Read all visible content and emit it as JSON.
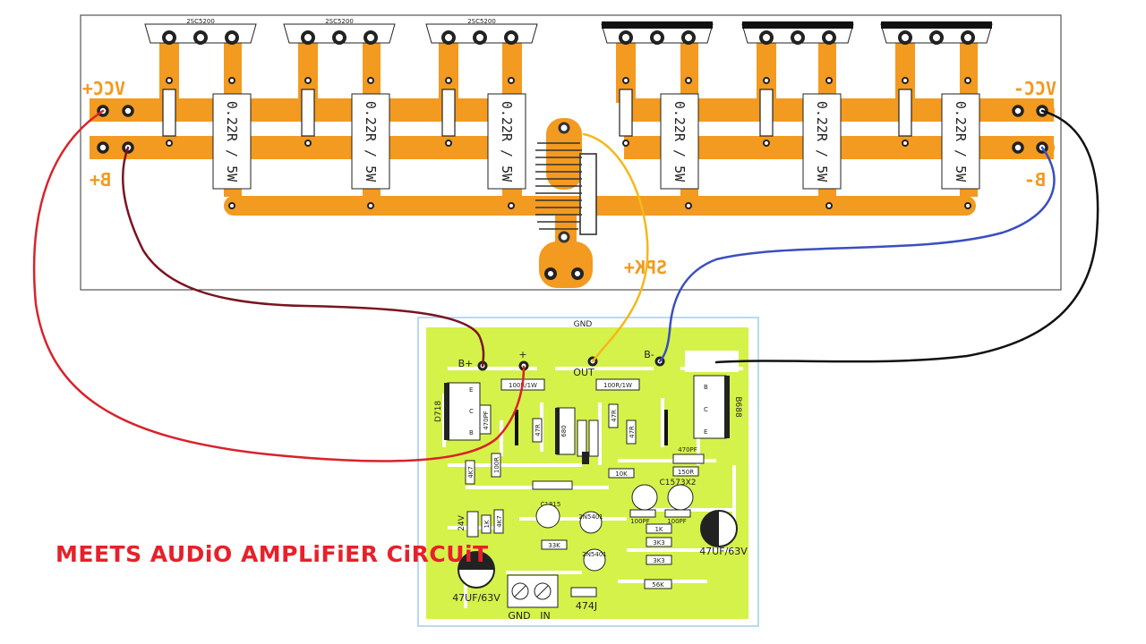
{
  "power_board": {
    "transistors_left": [
      "2SC5200",
      "2SC5200",
      "2SC5200"
    ],
    "resistor_value": "0.22R / 5W",
    "labels": {
      "vcc_plus": "VCC+",
      "vcc_minus": "VCC-",
      "b_plus": "B+",
      "b_minus": "B-",
      "spk_plus": "SPK+"
    }
  },
  "driver_board": {
    "labels": {
      "gnd_top": "GND",
      "b_plus": "B+",
      "plus": "+",
      "out": "OUT",
      "b_minus": "B-",
      "minus": "-",
      "d718": "D718",
      "b688": "B688",
      "r100_left": "100R/1W",
      "r100_right": "100R/1W",
      "r100r": "100R",
      "c470_left": "470PF",
      "c470_right": "470PF",
      "r47r_a": "47R",
      "r47r_b": "47R",
      "r47r_c": "47R",
      "r150": "150R",
      "r10k": "10K",
      "r4k7_a": "4K7",
      "r4k7_b": "4K7",
      "r33k": "33K",
      "r1k": "1K",
      "r3k3_a": "3K3",
      "r3k3_b": "3K3",
      "r56k": "56K",
      "r680": "680",
      "c1573": "C1573X2",
      "c100_a": "100PF",
      "c100_b": "100PF",
      "c1815": "C1815",
      "d_1n5401_a": "2N5401",
      "d_1n5401_b": "2N5401",
      "zener": "24V",
      "r1k_zen": "1K",
      "cap_left": "47UF/63V",
      "cap_right": "47UF/63V",
      "c474": "474J",
      "gnd_in": "GND",
      "in": "IN",
      "ebc_e": "E",
      "ebc_c": "C",
      "ebc_b": "B"
    }
  },
  "caption": "MEETS AUDiO AMPLiFiER CiRCUiT",
  "colors": {
    "trace_orange": "#f39a20",
    "driver_green": "#d5f24a",
    "wire_red": "#d9222a",
    "wire_darkred": "#7a1420",
    "wire_yellow": "#f5b81c",
    "wire_blue": "#3a4fc0",
    "wire_black": "#111111",
    "caption_red": "#e8202a"
  }
}
